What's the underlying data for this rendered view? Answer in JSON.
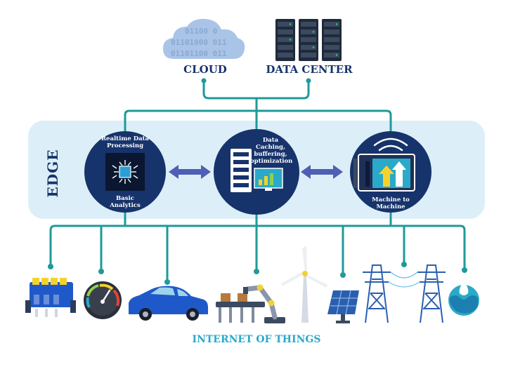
{
  "top": {
    "cloud_label": "CLOUD",
    "datacenter_label": "DATA CENTER",
    "binary_lines": [
      "01100 0",
      "01101000 011",
      "01101100 011"
    ]
  },
  "edge": {
    "label": "EDGE",
    "nodes": [
      {
        "top_text": "Realtime Data Processing",
        "bottom_text": "Basic Analytics"
      },
      {
        "top_text": "Data Caching, buffering, optimization"
      },
      {
        "bottom_text": "Machine to Machine"
      }
    ]
  },
  "iot": {
    "label": "INTERNET OF THINGS",
    "devices": [
      "engine",
      "speedometer",
      "car",
      "factory-robot",
      "wind-turbine",
      "solar-panel",
      "power-pylons",
      "water-drop"
    ]
  },
  "colors": {
    "navy": "#17336b",
    "teal_line": "#1e9a9a",
    "edge_band": "#dceff8",
    "arrow": "#4f5fb5",
    "iot_text": "#2aa9c9"
  }
}
